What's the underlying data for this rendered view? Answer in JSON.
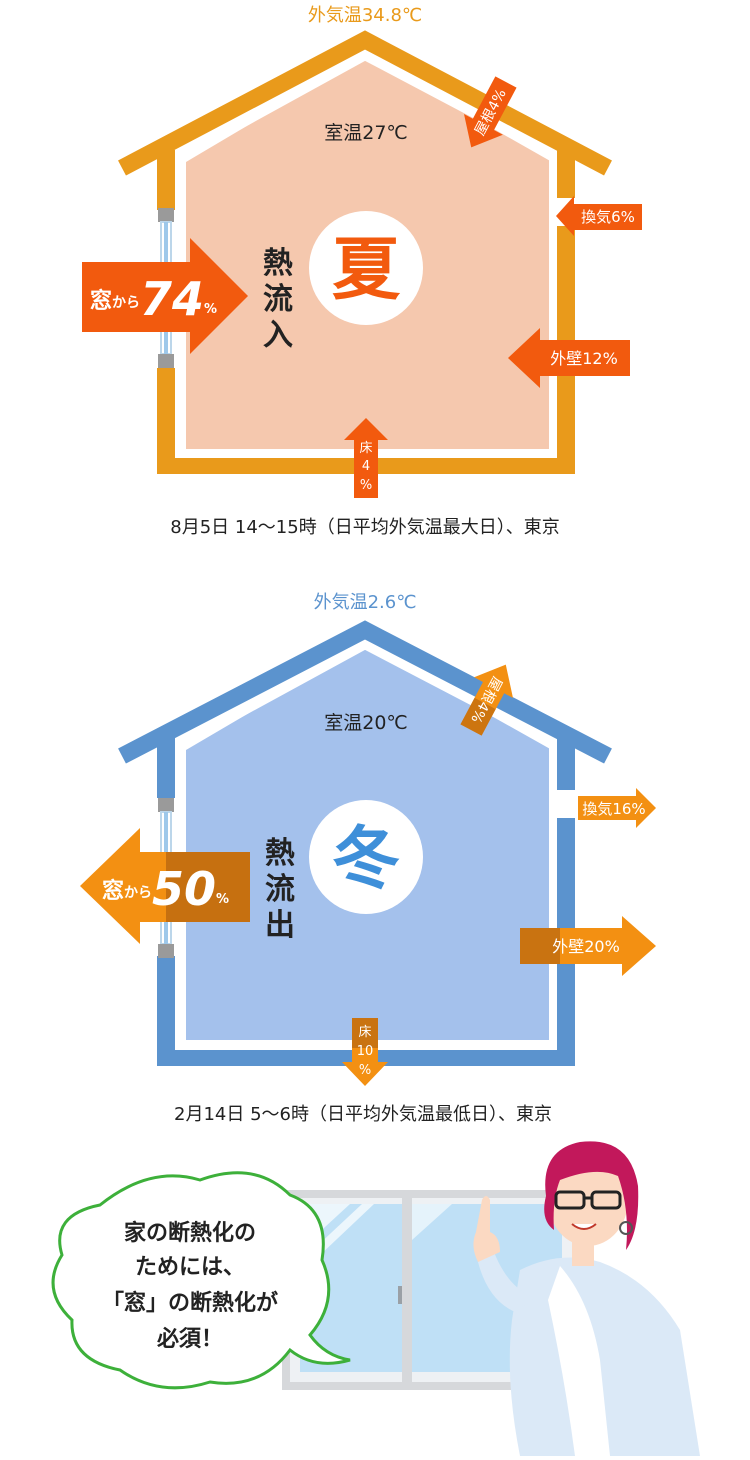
{
  "summer": {
    "outside_temp": "外気温34.8℃",
    "room_temp": "室温27℃",
    "season": "夏",
    "flow_chars": [
      "熱",
      "流",
      "入"
    ],
    "window": {
      "prefix": "窓",
      "kara": "から",
      "value": "74",
      "unit": "%"
    },
    "roof": "屋根4%",
    "ventilation": "換気6%",
    "wall": "外壁12%",
    "floor_chars": [
      "床",
      "4",
      "%"
    ],
    "caption": "8月5日 14～15時（日平均外気温最大日）、東京",
    "frame_color": "#E99A1B",
    "fill_color": "#F5C8AE",
    "arrow_color": "#F25A0E"
  },
  "winter": {
    "outside_temp": "外気温2.6℃",
    "room_temp": "室温20℃",
    "season": "冬",
    "flow_chars": [
      "熱",
      "流",
      "出"
    ],
    "window": {
      "prefix": "窓",
      "kara": "から",
      "value": "50",
      "unit": "%"
    },
    "roof": "屋根4%",
    "ventilation": "換気16%",
    "wall": "外壁20%",
    "floor_chars": [
      "床",
      "10",
      "%"
    ],
    "caption": "2月14日 5～6時（日平均外気温最低日）、東京",
    "frame_color": "#5B93CE",
    "fill_color": "#A4C1EC",
    "arrow_color": "#F39012"
  },
  "bubble": {
    "lines": [
      "家の断熱化の",
      "ためには、",
      "「窓」の断熱化が",
      "必須！"
    ],
    "border_color": "#3DB03A"
  }
}
